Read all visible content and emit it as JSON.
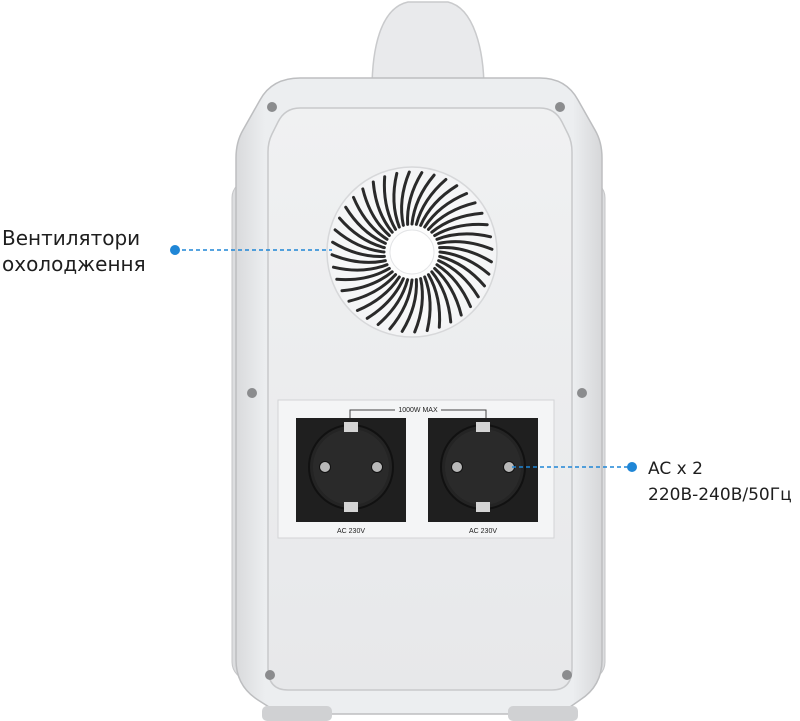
{
  "callouts": {
    "fan": {
      "line1": "Вентилятори",
      "line2": "охолодження"
    },
    "ac": {
      "line1": "AC x 2",
      "line2": "220В-240В/50Гц"
    }
  },
  "panel": {
    "max_label": "1000W MAX",
    "sockets": [
      {
        "label": "AC 230V"
      },
      {
        "label": "AC 230V"
      }
    ]
  },
  "colors": {
    "body": "#e6e7e9",
    "panel": "#eef0f1",
    "socket": "#1f1f1f",
    "accent": "#1f86d6"
  }
}
